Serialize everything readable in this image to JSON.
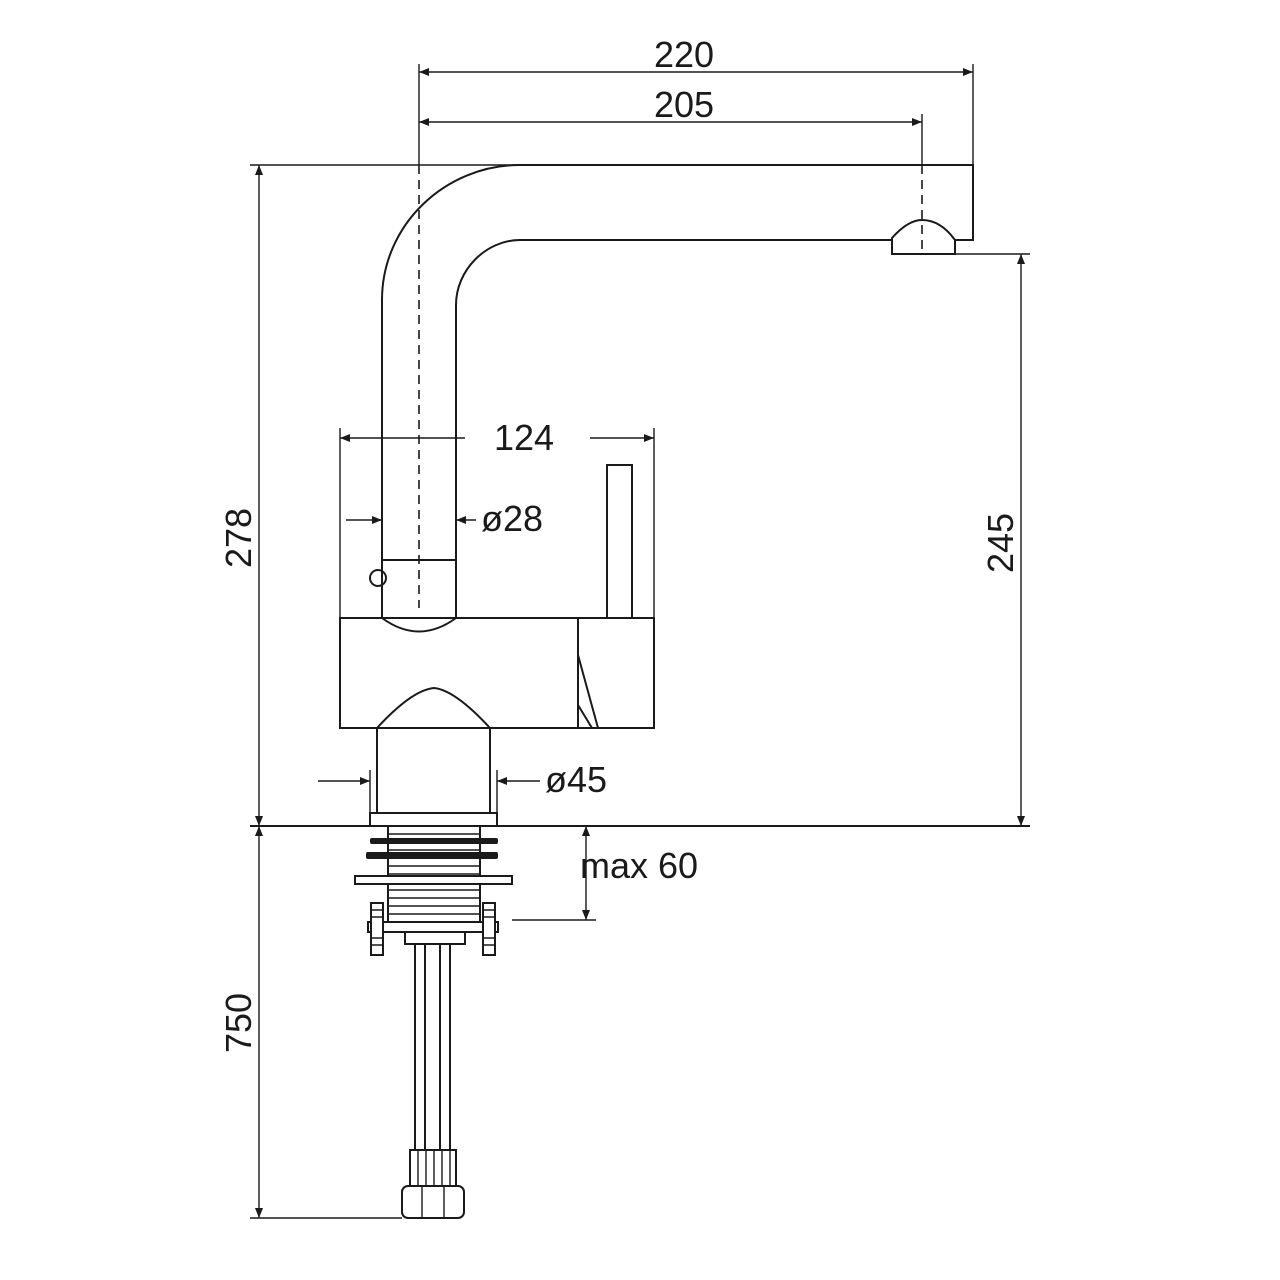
{
  "dimensions": {
    "total_reach": "220",
    "spout_reach": "205",
    "body_width": "124",
    "spout_diameter": "ø28",
    "base_diameter": "ø45",
    "total_height": "278",
    "spout_height": "245",
    "max_worktop": "max 60",
    "hose_length": "750"
  },
  "colors": {
    "line": "#1a1a1a",
    "background": "#ffffff"
  }
}
